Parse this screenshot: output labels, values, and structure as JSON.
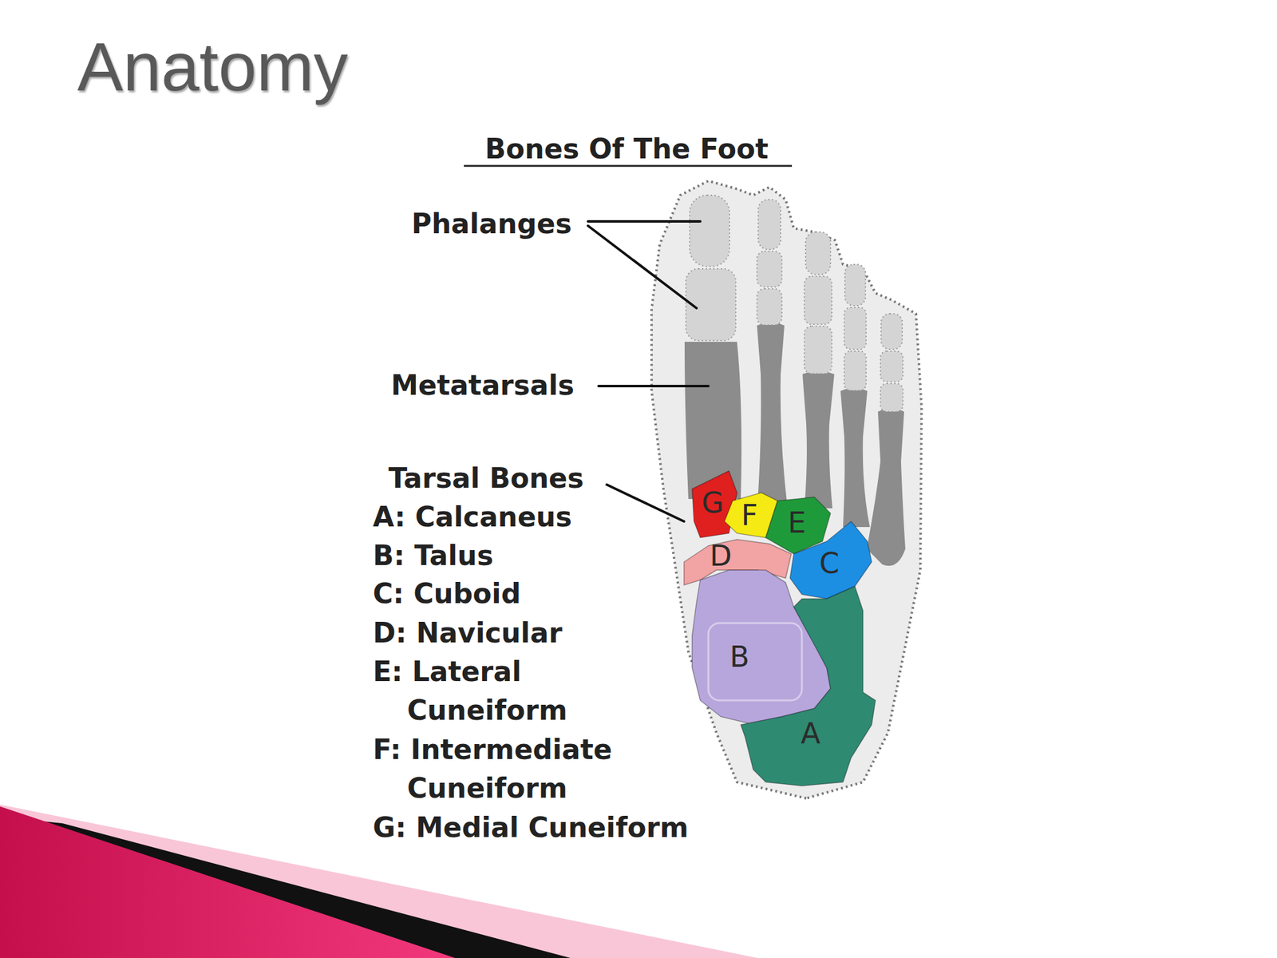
{
  "diagram": {
    "title": "Anatomy",
    "nodes": [
      {
        "text": [
          "G"
        ]
      },
      {
        "text": [
          "F"
        ]
      },
      {
        "text": [
          "E"
        ]
      },
      {
        "text": [
          "D"
        ]
      },
      {
        "text": [
          "C"
        ]
      },
      {
        "text": [
          "B"
        ]
      },
      {
        "text": [
          "A"
        ]
      }
    ],
    "labels": [
      "Bones Of The Foot",
      "Phalanges",
      "Metatarsals",
      "Tarsal Bones",
      "A: Calcaneus",
      "B: Talus",
      "C: Cuboid",
      "D: Navicular",
      "E: Lateral Cuneiform",
      "F: Intermediate Cuneiform",
      "G: Medial Cuneiform"
    ]
  }
}
